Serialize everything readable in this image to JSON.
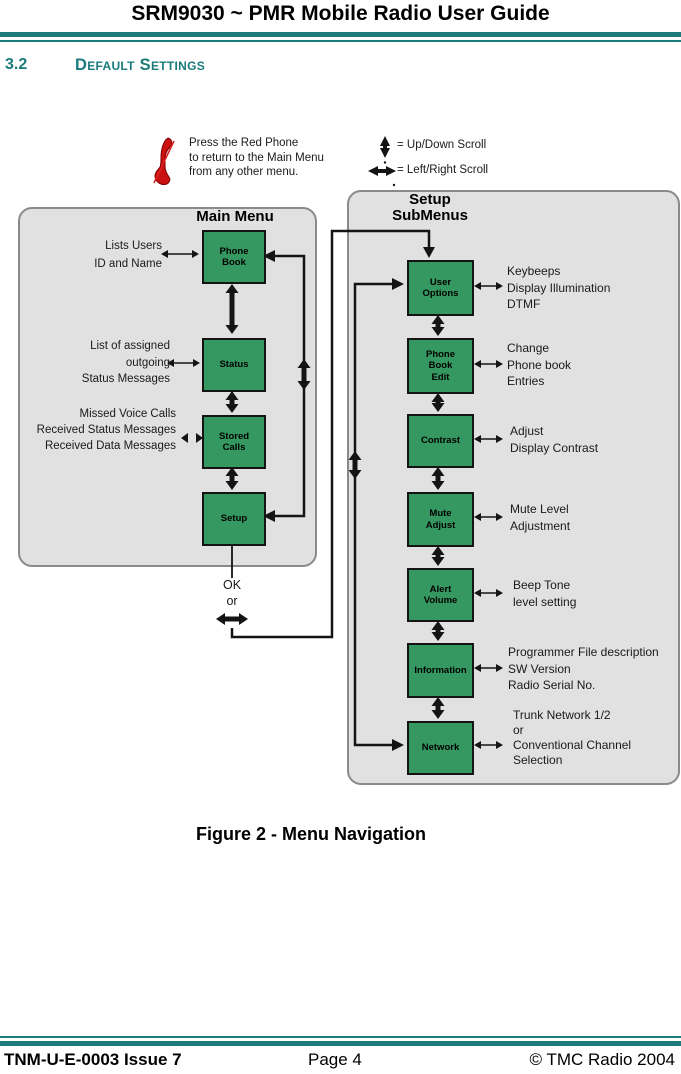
{
  "header": {
    "title": "SRM9030 ~ PMR Mobile Radio User Guide",
    "section_number": "3.2",
    "section_title": "Default Settings"
  },
  "legend": {
    "phone_note": "Press  the Red Phone\nto return to the Main Menu\nfrom any other menu.",
    "updown_label": "= Up/Down Scroll",
    "leftright_label": "= Left/Right Scroll"
  },
  "main_menu": {
    "title": "Main Menu",
    "items": [
      {
        "label": "Phone\nBook",
        "annotation": "Lists Users\nID and Name"
      },
      {
        "label": "Status",
        "annotation": "List of assigned\noutgoing\nStatus Messages"
      },
      {
        "label": "Stored\nCalls",
        "annotation": "Missed Voice Calls\nReceived Status Messages\nReceived Data Messages"
      },
      {
        "label": "Setup",
        "annotation": ""
      }
    ],
    "ok_or": "OK\nor"
  },
  "setup_submenus": {
    "title": "Setup\nSubMenus",
    "items": [
      {
        "label": "User\nOptions",
        "annotation": "Keybeeps\nDisplay Illumination\nDTMF"
      },
      {
        "label": "Phone\nBook\nEdit",
        "annotation": "Change\nPhone book\nEntries"
      },
      {
        "label": "Contrast",
        "annotation": "Adjust\nDisplay Contrast"
      },
      {
        "label": "Mute\nAdjust",
        "annotation": "Mute Level\nAdjustment"
      },
      {
        "label": "Alert\nVolume",
        "annotation": "Beep Tone\nlevel setting"
      },
      {
        "label": "Information",
        "annotation": "Programmer File description\nSW Version\nRadio Serial No."
      },
      {
        "label": "Network",
        "annotation": "Trunk Network 1/2\nor\nConventional Channel\nSelection"
      }
    ]
  },
  "figure_caption": "Figure 2 - Menu Navigation",
  "footer": {
    "doc_id": "TNM-U-E-0003 Issue 7",
    "page": "Page 4",
    "copyright": "© TMC Radio 2004"
  },
  "colors": {
    "accent_teal": "#1b7b7b",
    "box_green": "#349860",
    "panel_gray": "#e1e1e1",
    "phone_red": "#cc1111"
  }
}
